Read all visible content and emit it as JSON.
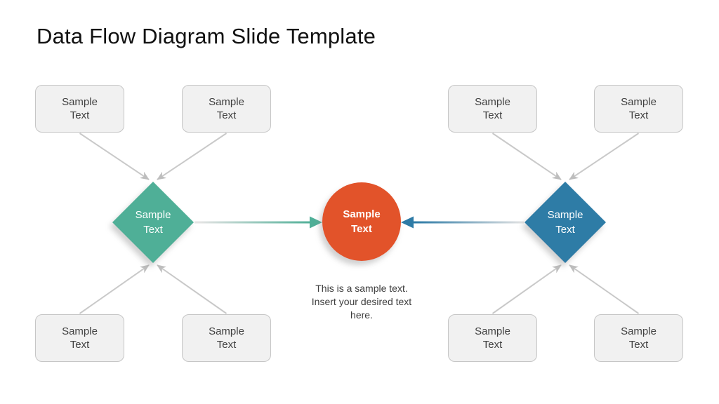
{
  "slide": {
    "title": "Data Flow Diagram Slide Template",
    "caption": "This is a sample text.\nInsert your desired text here."
  },
  "colors": {
    "teal": "#4FAF97",
    "blue": "#2E7BA6",
    "orange": "#E2532B",
    "box_fill": "#F1F1F1",
    "box_border": "#C6C6C6",
    "box_text": "#404040",
    "connector": "#C9C9C9",
    "connector_light": "#E3E3E3",
    "arrowhead": "#BDBDBD",
    "label_text": "#FFFFFF",
    "title_text": "#111111",
    "caption_text": "#3D3D3D"
  },
  "boxes": [
    {
      "id": "top-left-1",
      "label": "Sample\nText"
    },
    {
      "id": "top-left-2",
      "label": "Sample\nText"
    },
    {
      "id": "bottom-left-1",
      "label": "Sample\nText"
    },
    {
      "id": "bottom-left-2",
      "label": "Sample\nText"
    },
    {
      "id": "top-right-1",
      "label": "Sample\nText"
    },
    {
      "id": "top-right-2",
      "label": "Sample\nText"
    },
    {
      "id": "bottom-right-1",
      "label": "Sample\nText"
    },
    {
      "id": "bottom-right-2",
      "label": "Sample\nText"
    }
  ],
  "nodes": {
    "left_diamond": {
      "shape": "diamond",
      "color_name": "teal",
      "label": "Sample\nText"
    },
    "center_circle": {
      "shape": "circle",
      "color_name": "orange",
      "label": "Sample\nText"
    },
    "right_diamond": {
      "shape": "diamond",
      "color_name": "blue",
      "label": "Sample\nText"
    }
  }
}
